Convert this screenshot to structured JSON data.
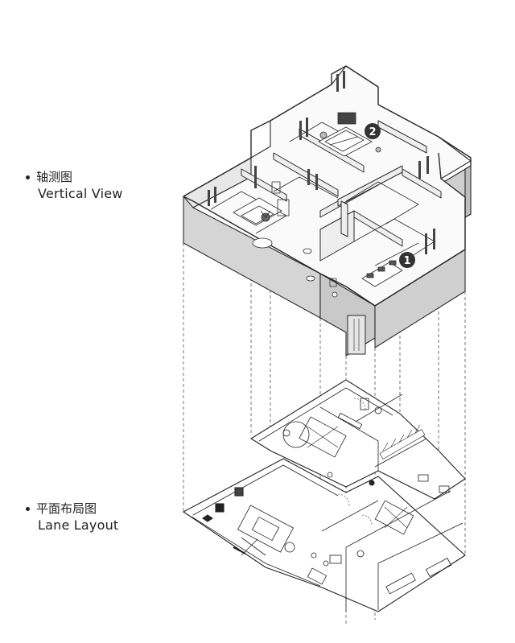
{
  "labels": {
    "vertical": {
      "zh": "轴测图",
      "en": "Vertical View"
    },
    "lane": {
      "zh": "平面布局图",
      "en": "Lane Layout"
    }
  },
  "markers": [
    {
      "id": "1"
    },
    {
      "id": "2"
    }
  ],
  "colors": {
    "wall_top": "#f4f4f4",
    "wall_side": "#d9d9d9",
    "wall_front": "#c4c4c4",
    "floor": "#ffffff",
    "line": "#2a2a2a",
    "marker": "#333333"
  }
}
